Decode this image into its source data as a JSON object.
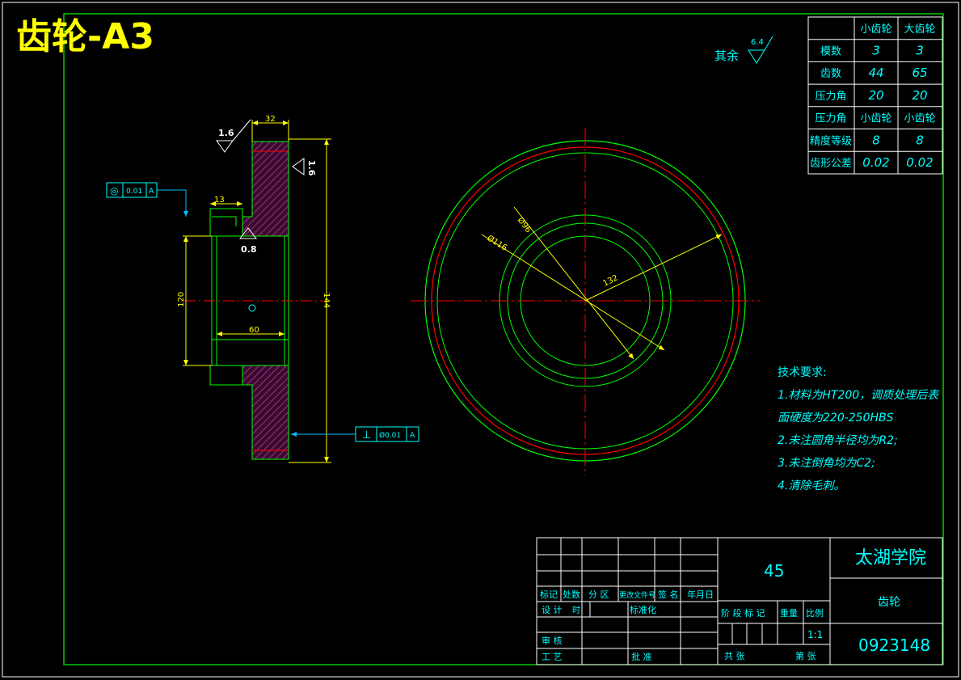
{
  "title": "齿轮-A3",
  "roughness_note": {
    "label": "其余",
    "value": "6.4"
  },
  "params_table": {
    "header": [
      "",
      "小齿轮",
      "大齿轮"
    ],
    "rows": [
      [
        "模数",
        "3",
        "3"
      ],
      [
        "齿数",
        "44",
        "65"
      ],
      [
        "压力角",
        "20",
        "20"
      ],
      [
        "压力角",
        "小齿轮",
        "小齿轮"
      ],
      [
        "精度等级",
        "8",
        "8"
      ],
      [
        "齿形公差",
        "0.02",
        "0.02"
      ]
    ]
  },
  "section_view": {
    "dim_width": "32",
    "dim_bore_depth": "13",
    "dim_inner": "60",
    "dim_height_left": "120",
    "dim_height_right": "144",
    "roughness_top": "1.6",
    "roughness_right": "1.6",
    "roughness_bore": "0.8",
    "fcf_coaxial": {
      "symbol": "◎",
      "value": "0.01",
      "datum": "A"
    },
    "fcf_perp": {
      "symbol": "⊥",
      "value": "Ø0.01",
      "datum": "A"
    }
  },
  "front_view": {
    "dim_d96": "Ø96",
    "dim_d116": "Ø116",
    "dim_132": "132"
  },
  "tech_requirements": {
    "heading": "技术要求:",
    "lines": [
      "1.材料为HT200，调质处理后表",
      "面硬度为220-250HBS",
      "2.未注圆角半径均为R2;",
      "3.未注倒角均为C2;",
      "4.清除毛刺。"
    ]
  },
  "title_block": {
    "material": "45",
    "school": "太湖学院",
    "part_name": "齿轮",
    "drawing_no": "0923148",
    "scale": "1:1",
    "rev_headers": [
      "标记",
      "处数",
      "分 区",
      "更改文件号",
      "签 名",
      "年月日"
    ],
    "design_row": [
      "设 计",
      "时",
      "标准化"
    ],
    "stage_headers": [
      "阶 段 标 记",
      "重量",
      "比例"
    ],
    "review": "审 核",
    "process": "工 艺",
    "approve": "批 准",
    "sheets_total": "共   张",
    "sheet_no": "第   张"
  },
  "colors": {
    "frame_white": "#ffffff",
    "frame_green": "#00ff00",
    "title_yellow": "#ffff00",
    "dimension_yellow": "#ffff00",
    "center_red": "#ff0000",
    "text_cyan": "#00ffff",
    "hatch_magenta": "#ff00ff",
    "leader_cyan": "#00c0ff"
  }
}
